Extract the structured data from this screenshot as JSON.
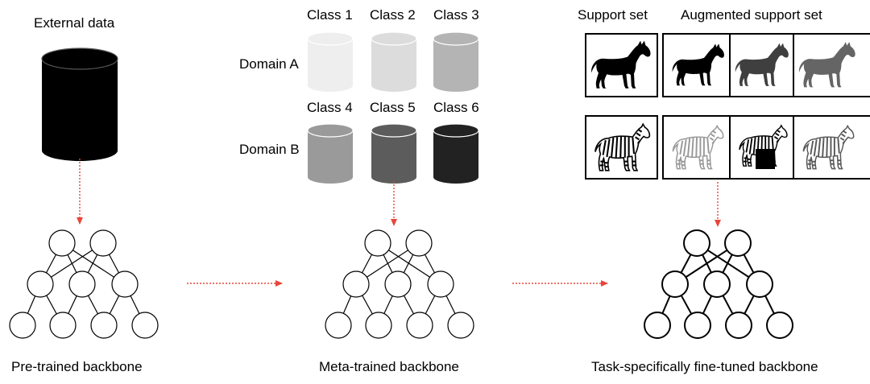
{
  "external_data_label": "External data",
  "classes": [
    "Class 1",
    "Class 2",
    "Class 3",
    "Class 4",
    "Class 5",
    "Class 6"
  ],
  "class_colors": [
    "#eeeeee",
    "#dcdcdc",
    "#b4b4b4",
    "#9a9a9a",
    "#5c5c5c",
    "#222222"
  ],
  "domains": [
    "Domain A",
    "Domain B"
  ],
  "support_set_label": "Support set",
  "augmented_support_set_label": "Augmented support set",
  "support_animals": [
    "horse-icon",
    "zebra-icon"
  ],
  "backbones": [
    "Pre-trained backbone",
    "Meta-trained backbone",
    "Task-specifically fine-tuned backbone"
  ],
  "colors": {
    "arrow": "#e8463a",
    "database": "#000000"
  }
}
